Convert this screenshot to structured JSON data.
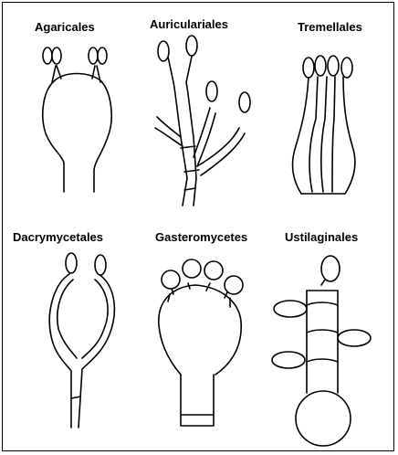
{
  "panels": [
    {
      "key": "agaricales",
      "label": "Agaricales"
    },
    {
      "key": "auriculariales",
      "label": "Auriculariales"
    },
    {
      "key": "tremellales",
      "label": "Tremellales"
    },
    {
      "key": "dacrymycetales",
      "label": "Dacrymycetales"
    },
    {
      "key": "gasteromycetes",
      "label": "Gasteromycetes"
    },
    {
      "key": "ustilaginales",
      "label": "Ustilaginales"
    }
  ]
}
